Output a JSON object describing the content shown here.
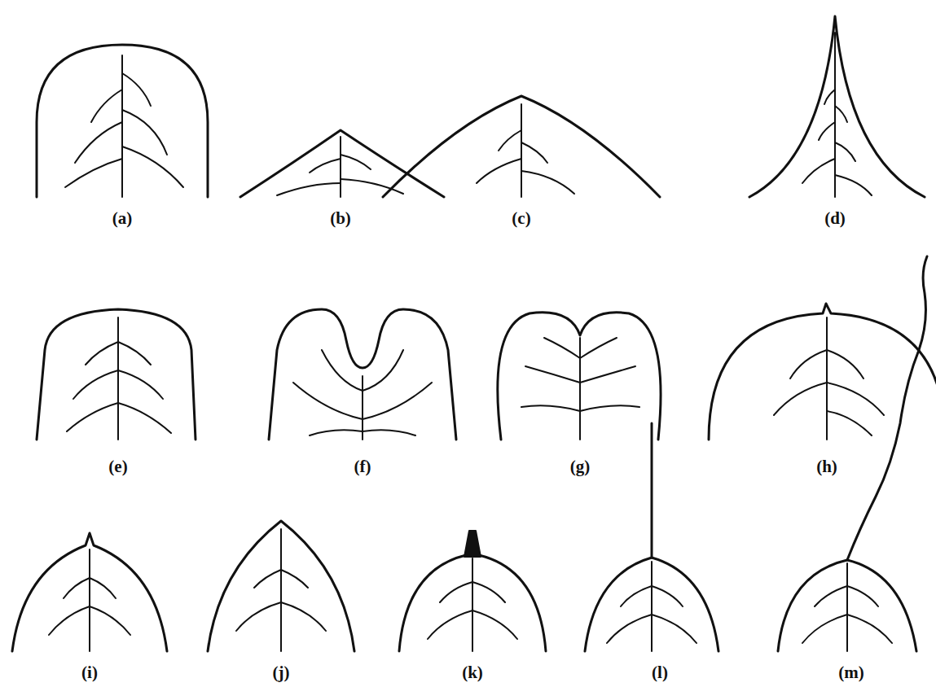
{
  "diagram": {
    "labels": [
      "(a)",
      "(b)",
      "(c)",
      "(d)",
      "(e)",
      "(f)",
      "(g)",
      "(h)",
      "(i)",
      "(j)",
      "(k)",
      "(l)",
      "(m)"
    ]
  }
}
